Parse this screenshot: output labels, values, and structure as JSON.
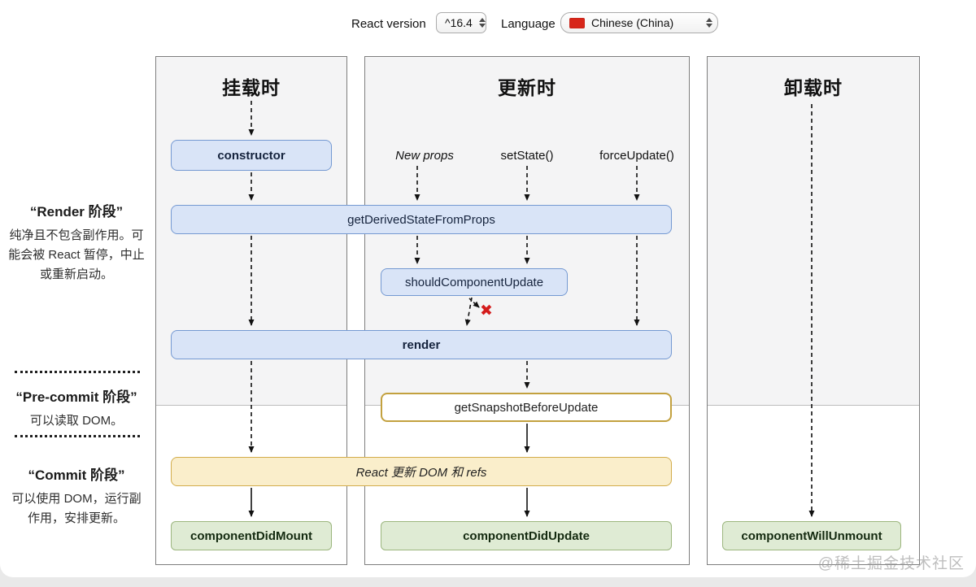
{
  "toolbar": {
    "react_version_label": "React version",
    "react_version_value": "^16.4",
    "language_label": "Language",
    "language_value": "Chinese (China)",
    "flag_color": "#d7261a"
  },
  "columns": {
    "mounting": {
      "title": "挂载时"
    },
    "updating": {
      "title": "更新时"
    },
    "unmounting": {
      "title": "卸载时"
    }
  },
  "sidebar": {
    "render_phase": {
      "title": "“Render 阶段”",
      "body": "纯净且不包含副作用。可能会被 React 暂停，中止或重新启动。"
    },
    "pre_commit_phase": {
      "title": "“Pre-commit 阶段”",
      "body": "可以读取 DOM。"
    },
    "commit_phase": {
      "title": "“Commit 阶段”",
      "body": "可以使用 DOM，运行副作用，安排更新。"
    }
  },
  "nodes": {
    "ctor": "constructor",
    "new_props": "New props",
    "set_state": "setState()",
    "force_update": "forceUpdate()",
    "get_derived_state_from_props": "getDerivedStateFromProps",
    "should_component_update": "shouldComponentUpdate",
    "render_method": "render",
    "get_snapshot_before_update": "getSnapshotBeforeUpdate",
    "react_updates_dom": "React 更新 DOM 和 refs",
    "component_did_mount": "componentDidMount",
    "component_did_update": "componentDidUpdate",
    "component_will_unmount": "componentWillUnmount",
    "no_update_mark": "✖"
  },
  "colors": {
    "blue_fill": "#d9e4f7",
    "blue_border": "#7499d2",
    "yellow_fill": "#faeecb",
    "gold_border": "#c3a13f",
    "green_fill": "#dfebd4",
    "green_border": "#9cb67e",
    "phase_gray": "#f4f4f5",
    "x_red": "#d41c1c"
  },
  "watermark": "@稀土掘金技术社区"
}
